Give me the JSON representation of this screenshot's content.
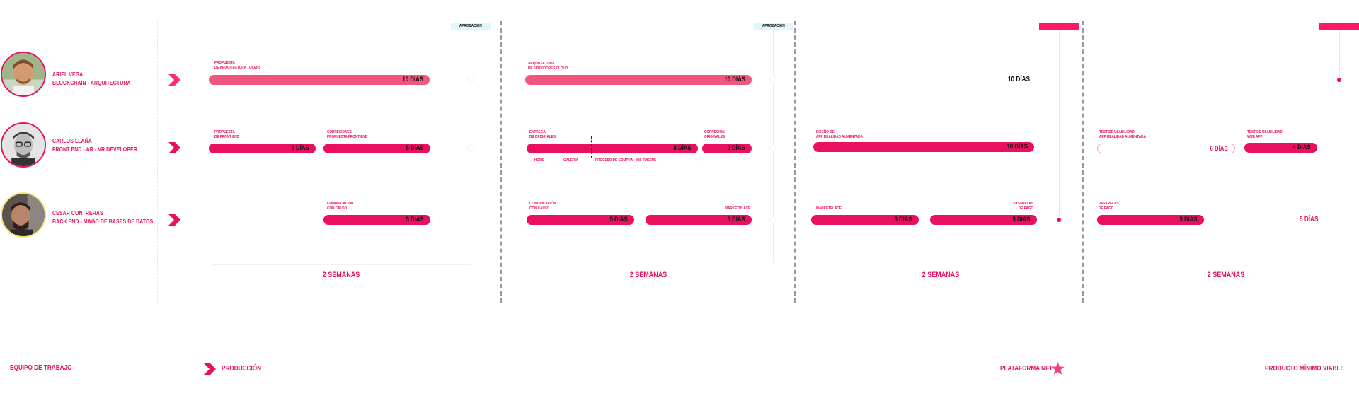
{
  "team": [
    {
      "name": "ARIEL VEGA",
      "role": "BLOCKCHAIN - ARQUITECTURA"
    },
    {
      "name": "CARLOS LLAÑA",
      "role": "FRONT END - AR - VR DEVELOPER"
    },
    {
      "name": "CESAR CONTRERAS",
      "role": "BACK END - mago de BASES DE DATOS"
    }
  ],
  "approval_label": "APROBACIÓN",
  "phases": [
    {
      "weeks": "2 SEMANAS",
      "row1": {
        "task": [
          "PROPUESTA",
          "DE ARQUITECTURA TOKENS"
        ],
        "days": "10 DÍAS"
      },
      "row2": [
        {
          "task": [
            "PROPUESTA",
            "DE FRONT END"
          ],
          "days": "5 DÍAS"
        },
        {
          "task": [
            "CORRECIONES",
            "PROPUESTA FRONT END"
          ],
          "days": "5 DÍAS"
        }
      ],
      "row3": {
        "task": [
          "COMUNICACIÓN",
          "CON CALDO"
        ],
        "days": "5 DÍAS"
      }
    },
    {
      "weeks": "2 SEMANAS",
      "row1": {
        "task": [
          "ARQUITECTURA",
          "DE SERVIDORES CLOUD"
        ],
        "days": "10 DÍAS"
      },
      "row2": [
        {
          "task": [
            "ENTREGA",
            "DE ORIGINALES"
          ],
          "days": "8 DÍAS",
          "sub": [
            "HOME",
            "GALERÍA",
            "PROCESO DE COMPRA",
            "MIS TOKENS"
          ]
        },
        {
          "task": [
            "CORRECIÓN",
            "ORIGINALES"
          ],
          "days": "2 DÍAS"
        }
      ],
      "row3": [
        {
          "task": [
            "COMUNICACIÓN",
            "CON CALDO"
          ],
          "days": "5 DÍAS"
        },
        {
          "task": [
            "MARKETPLACE"
          ],
          "days": "5 DÍAS"
        }
      ]
    },
    {
      "weeks": "2 SEMANAS",
      "row1": {
        "days": "10 DÍAS"
      },
      "row2": {
        "task": [
          "DISEÑO DE",
          "APP REALIDAD AUMENTADA"
        ],
        "days": "10 DÍAS"
      },
      "row3": [
        {
          "task": [
            "MARKETPLACE"
          ],
          "days": "5 DÍAS"
        },
        {
          "task": [
            "PASARELAS",
            "DE PAGO"
          ],
          "days": "5 DÍAS"
        }
      ]
    },
    {
      "weeks": "2 SEMANAS",
      "row2": [
        {
          "task": [
            "TEST DE USABILIDAD",
            "APP REALIDAD AUMENTADA"
          ],
          "days": "6 DÍAS"
        },
        {
          "task": [
            "TEST DE USABILIDAD",
            "WEB APP"
          ],
          "days": "4 DÍAS"
        }
      ],
      "row3": [
        {
          "task": [
            "PASARELAS",
            "DE PAGO"
          ],
          "days": "5 DÍAS"
        },
        {
          "days": "5 DÍAS"
        }
      ]
    }
  ],
  "footer": {
    "team": "EQUIPO DE TRABAJO",
    "production": "PRODUCCIÓN",
    "platform": "PLATAFORMA NFT",
    "mvp": "PRODUCTO MÍNIMO VIABLE"
  },
  "colors": {
    "accent": "#e8105f",
    "accent_light": "#f1567f",
    "approval_bg": "#dff6fa",
    "separator": "#9a9a9a"
  }
}
